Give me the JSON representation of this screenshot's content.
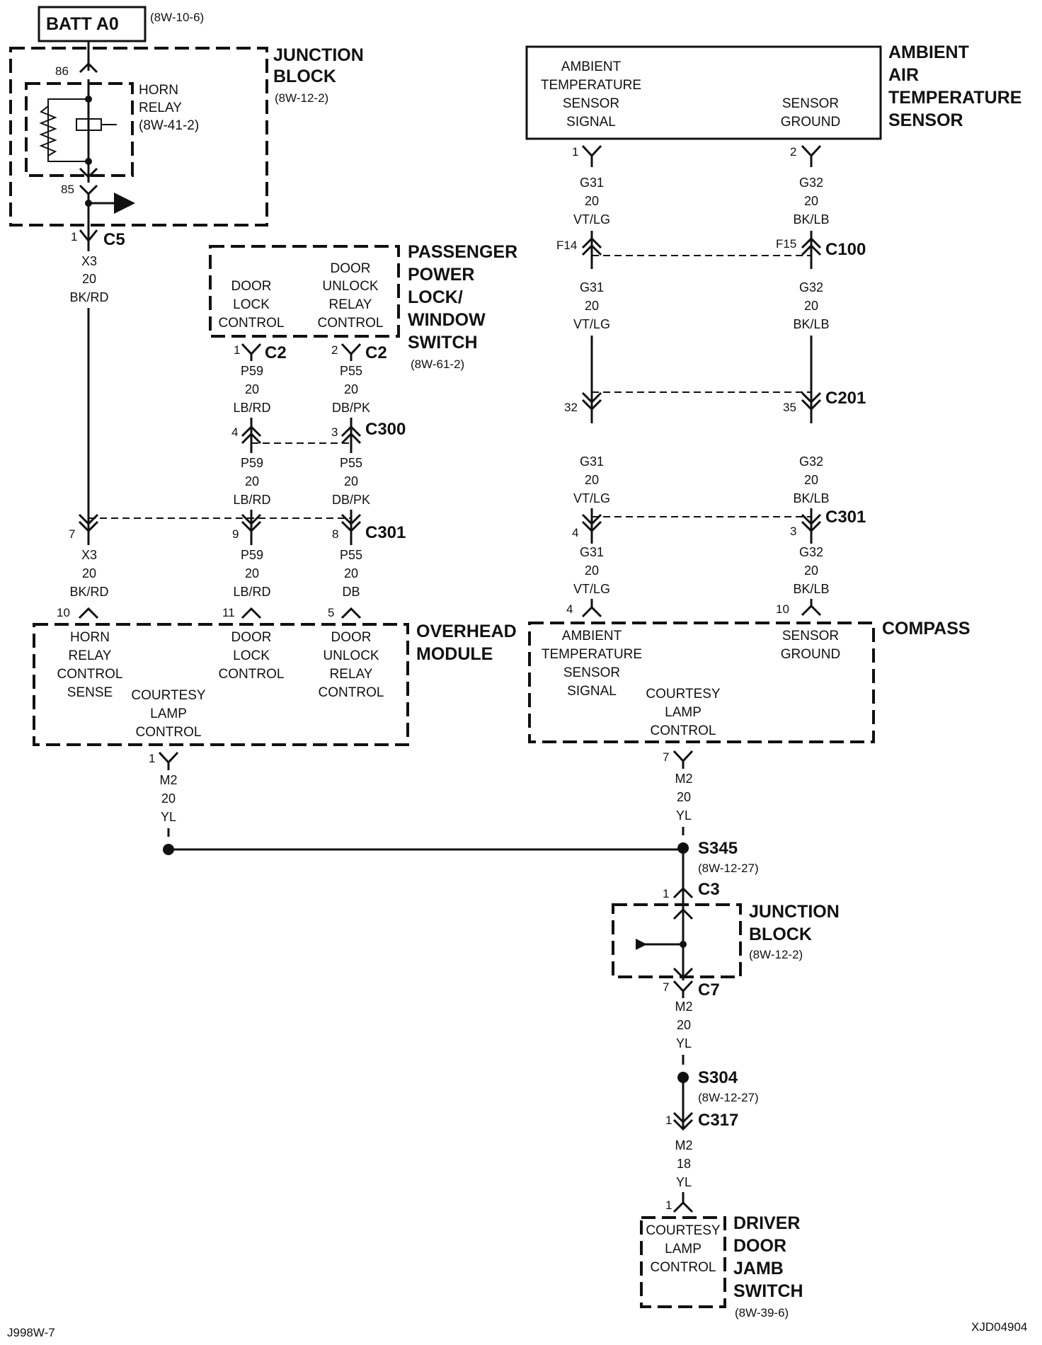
{
  "batt": {
    "label": "BATT A0",
    "ref": "(8W-10-6)"
  },
  "junction_block_top": {
    "title1": "JUNCTION",
    "title2": "BLOCK",
    "ref": "(8W-12-2)"
  },
  "horn_relay": {
    "l1": "HORN",
    "l2": "RELAY",
    "ref": "(8W-41-2)",
    "pin_86": "86",
    "pin_85": "85"
  },
  "c5": {
    "pin": "1",
    "name": "C5"
  },
  "wire_x3": {
    "circuit": "X3",
    "gauge": "20",
    "color": "BK/RD"
  },
  "passenger_switch": {
    "t1": "PASSENGER",
    "t2": "POWER",
    "t3": "LOCK/",
    "t4": "WINDOW",
    "t5": "SWITCH",
    "ref": "(8W-61-2)",
    "door_lock": [
      "DOOR",
      "LOCK",
      "CONTROL"
    ],
    "door_unlock": [
      "DOOR",
      "UNLOCK",
      "RELAY",
      "CONTROL"
    ]
  },
  "c2a": {
    "pin": "1",
    "name": "C2"
  },
  "c2b": {
    "pin": "2",
    "name": "C2"
  },
  "wire_p59": {
    "circuit": "P59",
    "gauge": "20",
    "color": "LB/RD"
  },
  "wire_p55": {
    "circuit": "P55",
    "gauge": "20",
    "color": "DB/PK"
  },
  "wire_p55_db": {
    "circuit": "P55",
    "gauge": "20",
    "color": "DB"
  },
  "c300": {
    "pin_a": "4",
    "pin_b": "3",
    "name": "C300"
  },
  "c301_left": {
    "pin_a": "7",
    "pin_b": "9",
    "pin_c": "8",
    "name": "C301"
  },
  "overhead": {
    "t1": "OVERHEAD",
    "t2": "MODULE",
    "pin_a": "10",
    "pin_b": "11",
    "pin_c": "5",
    "pin_out": "1",
    "horn": [
      "HORN",
      "RELAY",
      "CONTROL",
      "SENSE"
    ],
    "lock": [
      "DOOR",
      "LOCK",
      "CONTROL"
    ],
    "unlock": [
      "DOOR",
      "UNLOCK",
      "RELAY",
      "CONTROL"
    ],
    "courtesy": [
      "COURTESY",
      "LAMP",
      "CONTROL"
    ]
  },
  "wire_m2": {
    "circuit": "M2",
    "gauge": "20",
    "color": "YL"
  },
  "wire_m2_18": {
    "circuit": "M2",
    "gauge": "18",
    "color": "YL"
  },
  "ambient_sensor": {
    "t1": "AMBIENT",
    "t2": "AIR",
    "t3": "TEMPERATURE",
    "t4": "SENSOR",
    "sig": [
      "AMBIENT",
      "TEMPERATURE",
      "SENSOR",
      "SIGNAL"
    ],
    "gnd": [
      "SENSOR",
      "GROUND"
    ],
    "pin_1": "1",
    "pin_2": "2"
  },
  "wire_g31": {
    "circuit": "G31",
    "gauge": "20",
    "color": "VT/LG"
  },
  "wire_g32": {
    "circuit": "G32",
    "gauge": "20",
    "color": "BK/LB"
  },
  "c100": {
    "pin_a": "F14",
    "pin_b": "F15",
    "name": "C100"
  },
  "c201": {
    "pin_a": "32",
    "pin_b": "35",
    "name": "C201"
  },
  "c301_right": {
    "pin_a": "4",
    "pin_b": "3",
    "name": "C301"
  },
  "compass": {
    "title": "COMPASS",
    "pin_a": "4",
    "pin_b": "10",
    "pin_out": "7",
    "sig": [
      "AMBIENT",
      "TEMPERATURE",
      "SENSOR",
      "SIGNAL"
    ],
    "gnd": [
      "SENSOR",
      "GROUND"
    ],
    "courtesy": [
      "COURTESY",
      "LAMP",
      "CONTROL"
    ]
  },
  "s345": {
    "name": "S345",
    "ref": "(8W-12-27)"
  },
  "c3": {
    "pin": "1",
    "name": "C3"
  },
  "junction_block_bottom": {
    "title1": "JUNCTION",
    "title2": "BLOCK",
    "ref": "(8W-12-2)"
  },
  "c7": {
    "pin": "7",
    "name": "C7"
  },
  "s304": {
    "name": "S304",
    "ref": "(8W-12-27)"
  },
  "c317": {
    "pin": "1",
    "name": "C317"
  },
  "driver_switch": {
    "t1": "DRIVER",
    "t2": "DOOR",
    "t3": "JAMB",
    "t4": "SWITCH",
    "ref": "(8W-39-6)",
    "pin": "1",
    "courtesy": [
      "COURTESY",
      "LAMP",
      "CONTROL"
    ]
  },
  "footer": {
    "left": "J998W-7",
    "right": "XJD04904"
  }
}
